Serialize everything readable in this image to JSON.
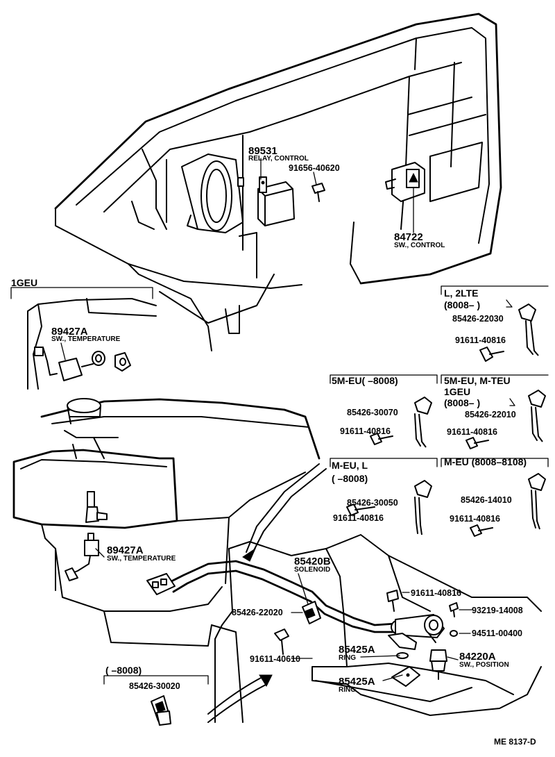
{
  "parts": {
    "relay": {
      "number": "89531",
      "desc": "RELAY, CONTROL"
    },
    "relay_screw": {
      "number": "91656-40620"
    },
    "control_switch": {
      "number": "84722",
      "desc": "SW., CONTROL"
    },
    "temp_switch_1geu": {
      "number": "89427A",
      "desc": "SW., TEMPERATURE"
    },
    "temp_switch_main": {
      "number": "89427A",
      "desc": "SW., TEMPERATURE"
    },
    "solenoid": {
      "number": "85420B",
      "desc": "SOLENOID"
    },
    "clamp_main": {
      "number": "85426-22020"
    },
    "bolt_main": {
      "number": "91611-40610"
    },
    "ring_1": {
      "number": "85425A",
      "desc": "RING"
    },
    "ring_2": {
      "number": "85425A",
      "desc": "RING"
    },
    "position_switch": {
      "number": "84220A",
      "desc": "SW., POSITION"
    },
    "bolt_solenoid": {
      "number": "91611-40816"
    },
    "screw_93219": {
      "number": "93219-14008"
    },
    "washer_94511": {
      "number": "94511-00400"
    }
  },
  "variants": {
    "geu": {
      "label": "1GEU"
    },
    "l2lte": {
      "line1": "L, 2LTE",
      "line2": "(8008–     )",
      "clamp": "85426-22030",
      "bolt": "91611-40816"
    },
    "m5eu": {
      "label": "5M-EU(      –8008)",
      "clamp": "85426-30070",
      "bolt": "91611-40816"
    },
    "m5eu_mteu": {
      "line1": "5M-EU, M-TEU",
      "line2": "1GEU",
      "line3": "(8008–     )",
      "clamp": "85426-22010",
      "bolt": "91611-40816"
    },
    "meu_l": {
      "line1": "M-EU, L",
      "line2": "(      –8008)",
      "clamp": "85426-30050",
      "bolt": "91611-40816"
    },
    "meu_8108": {
      "label": "M-EU (8008–8108)",
      "clamp": "85426-14010",
      "bolt": "91611-40816"
    },
    "early": {
      "label": "(      –8008)",
      "clamp": "85426-30020"
    }
  },
  "diagram_code": "ME  8137-D"
}
